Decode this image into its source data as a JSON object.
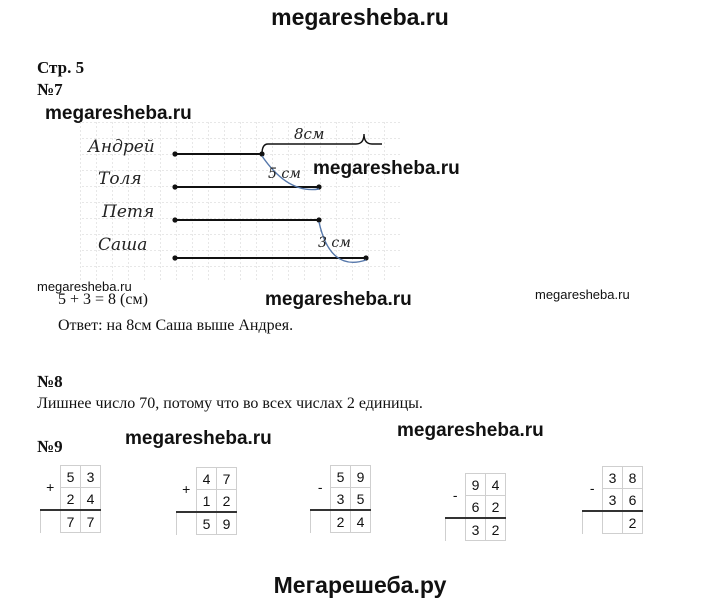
{
  "watermarks": {
    "top": "megaresheba.ru",
    "w1": "megaresheba.ru",
    "w2": "megaresheba.ru",
    "w3": "megaresheba.ru",
    "w4": "megaresheba.ru",
    "w5": "megaresheba.ru",
    "w6": "megaresheba.ru",
    "w7": "megaresheba.ru",
    "bottom": "Мегарешеба.ру"
  },
  "page_label": "Стр. 5",
  "task7": {
    "number": "№7",
    "names": [
      "Андрей",
      "Толя",
      "Петя",
      "Саша"
    ],
    "label_total": "8см",
    "label_a": "5 см",
    "label_b": "3 см",
    "equation": "5 + 3 = 8 (см)",
    "answer": "Ответ: на 8см Саша выше Андрея."
  },
  "task8": {
    "number": "№8",
    "text": "Лишнее число 70, потому что во всех числах 2 единицы."
  },
  "task9": {
    "number": "№9",
    "examples": [
      {
        "op": "+",
        "top": [
          "5",
          "3"
        ],
        "bottom": [
          "2",
          "4"
        ],
        "result": [
          "7",
          "7"
        ]
      },
      {
        "op": "+",
        "top": [
          "4",
          "7"
        ],
        "bottom": [
          "1",
          "2"
        ],
        "result": [
          "5",
          "9"
        ]
      },
      {
        "op": "-",
        "top": [
          "5",
          "9"
        ],
        "bottom": [
          "3",
          "5"
        ],
        "result": [
          "2",
          "4"
        ]
      },
      {
        "op": "-",
        "top": [
          "9",
          "4"
        ],
        "bottom": [
          "6",
          "2"
        ],
        "result": [
          "3",
          "2"
        ]
      },
      {
        "op": "-",
        "top": [
          "3",
          "8"
        ],
        "bottom": [
          "3",
          "6"
        ],
        "result": [
          "",
          "2"
        ]
      }
    ]
  }
}
